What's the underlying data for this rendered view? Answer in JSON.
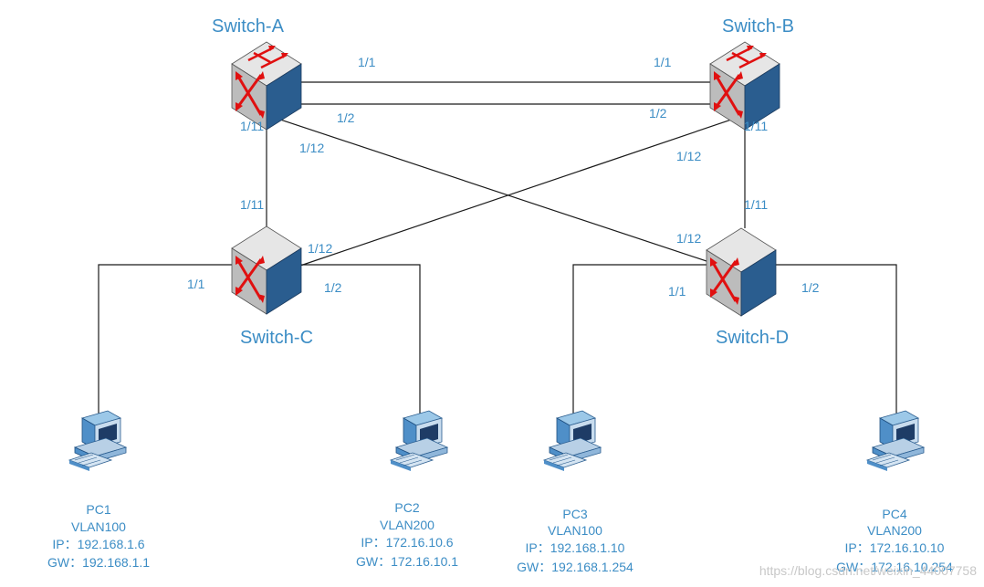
{
  "switches": {
    "a": {
      "name": "Switch-A"
    },
    "b": {
      "name": "Switch-B"
    },
    "c": {
      "name": "Switch-C"
    },
    "d": {
      "name": "Switch-D"
    }
  },
  "ports": {
    "a_top_1": "1/1",
    "b_top_1": "1/1",
    "a_top_2": "1/2",
    "b_top_2": "1/2",
    "a_11": "1/11",
    "a_12": "1/12",
    "b_11": "1/11",
    "b_12": "1/12",
    "c_11": "1/11",
    "c_12": "1/12",
    "c_1": "1/1",
    "c_2": "1/2",
    "d_11": "1/11",
    "d_12": "1/12",
    "d_1": "1/1",
    "d_2": "1/2"
  },
  "pcs": [
    {
      "name": "PC1",
      "vlan": "VLAN100",
      "ip": "IP：192.168.1.6",
      "gw": "GW：192.168.1.1"
    },
    {
      "name": "PC2",
      "vlan": "VLAN200",
      "ip": "IP：172.16.10.6",
      "gw": "GW：172.16.10.1"
    },
    {
      "name": "PC3",
      "vlan": "VLAN100",
      "ip": "IP：192.168.1.10",
      "gw": "GW：192.168.1.254"
    },
    {
      "name": "PC4",
      "vlan": "VLAN200",
      "ip": "IP：172.16.10.10",
      "gw": "GW：172.16.10.254"
    }
  ],
  "watermark": "https://blog.csdn.net/weixin_44007758",
  "colors": {
    "label": "#3c8dc5",
    "line": "#1a1a1a",
    "switch_face": "#c0c0c0",
    "switch_side": "#2a5d8f",
    "arrow": "#e01010"
  },
  "icons": {
    "switch": "layer3-switch-icon",
    "pc": "desktop-computer-icon"
  }
}
